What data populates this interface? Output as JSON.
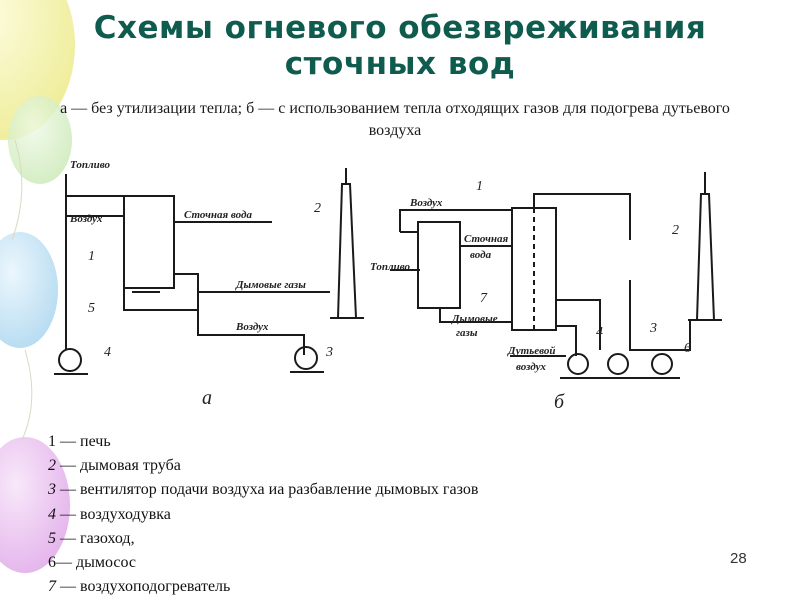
{
  "slide": {
    "title_line1": "Схемы огневого обезвреживания",
    "title_line2": "сточных вод",
    "subtitle": "а — без утилизации тепла; б — с использованием тепла отходящих газов для подогрева дутьевого воздуха",
    "page_number": "28"
  },
  "diagram": {
    "a": {
      "caption": "а",
      "fuel": "Топливо",
      "air_in": "Воздух",
      "waste_water": "Сточная вода",
      "flue_gases": "Дымовые газы",
      "air_dilution": "Воздух",
      "num_1": "1",
      "num_2": "2",
      "num_3": "3",
      "num_4": "4",
      "num_5": "5"
    },
    "b": {
      "caption": "б",
      "air_in": "Воздух",
      "fuel": "Топливо",
      "waste_water_1": "Сточная",
      "waste_water_2": "вода",
      "flue_gases_1": "Дымовые",
      "flue_gases_2": "газы",
      "blast_air_1": "Дутьевой",
      "blast_air_2": "воздух",
      "num_1": "1",
      "num_2": "2",
      "num_3": "3",
      "num_4": "4",
      "num_6": "6",
      "num_7": "7"
    }
  },
  "legend": {
    "items": [
      {
        "num": "1",
        "text": " — печь"
      },
      {
        "num": "2",
        "text": " — дымовая труба"
      },
      {
        "num": "3",
        "text": " — вентилятор подачи воздуха иа разбавление дымовых газов"
      },
      {
        "num": "4",
        "text": " — воздуходувка"
      },
      {
        "num": "5",
        "text": " — газоход,"
      },
      {
        "num": "6",
        "text": "— дымосос"
      },
      {
        "num": "7",
        "text": " — воздухоподогреватель"
      }
    ]
  },
  "colors": {
    "title": "#0f5c4e",
    "balloon_yellow": "#f3f19a",
    "balloon_blue": "#bfe0f3",
    "balloon_pink": "#e9b8ee",
    "balloon_green": "#d6efc4"
  }
}
